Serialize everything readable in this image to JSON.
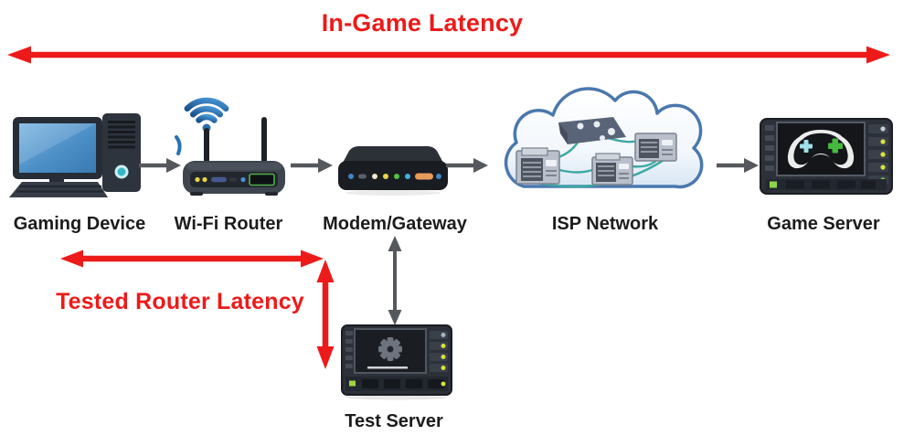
{
  "diagram": {
    "title": "In-Game Latency",
    "tested_label": "Tested Router Latency",
    "nodes": [
      {
        "id": "gaming-device",
        "label": "Gaming Device"
      },
      {
        "id": "wifi-router",
        "label": "Wi-Fi Router"
      },
      {
        "id": "modem-gateway",
        "label": "Modem/Gateway"
      },
      {
        "id": "isp-network",
        "label": "ISP Network"
      },
      {
        "id": "game-server",
        "label": "Game Server"
      },
      {
        "id": "test-server",
        "label": "Test Server"
      }
    ],
    "connections": [
      {
        "from": "Gaming Device",
        "to": "Game Server",
        "style": "red-double-arrow",
        "meaning": "In-Game Latency"
      },
      {
        "from": "Gaming Device",
        "to": "Wi-Fi Router",
        "style": "red-double-arrow",
        "meaning": "Tested Router Latency"
      },
      {
        "from": "Gaming Device",
        "to": "Wi-Fi Router",
        "style": "gray-arrow"
      },
      {
        "from": "Wi-Fi Router",
        "to": "Modem/Gateway",
        "style": "gray-arrow"
      },
      {
        "from": "Modem/Gateway",
        "to": "ISP Network",
        "style": "gray-arrow"
      },
      {
        "from": "ISP Network",
        "to": "Game Server",
        "style": "gray-arrow"
      },
      {
        "from": "Modem/Gateway",
        "to": "Test Server",
        "style": "gray-double-arrow"
      }
    ],
    "colors": {
      "accent_red": "#ed1a1a",
      "arrow_gray": "#55585d",
      "text_dark": "#1c1c1e",
      "cloud_stroke": "#4a78ae",
      "device_dark": "#2c3039"
    }
  }
}
